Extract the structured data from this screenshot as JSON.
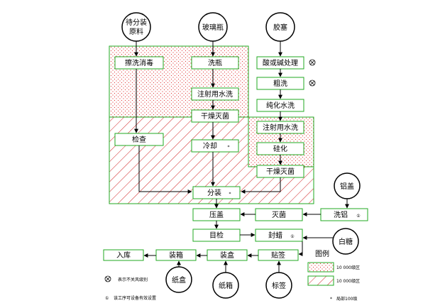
{
  "sources": {
    "raw_materials": [
      "待分装",
      "原料"
    ],
    "glass_bottles": "玻璃瓶",
    "caps": "胶塞",
    "aluminum_caps": "铝盖",
    "labels": "标签",
    "box": "纸箱",
    "carton": "纸盒",
    "bottle_stopper": "白糖"
  },
  "steps": {
    "wipe_disinfect": "擦洗消毒",
    "inspect": "检查",
    "bottle_wash": "洗瓶",
    "rinse_bottle": "注射用水洗",
    "dry_sterilize_1": "干燥灭菌",
    "cool": "冷却",
    "acid_base": "酸或碱处理",
    "coarse_wash": "粗洗",
    "fine_wash": "纯化水洗",
    "rinse_cap": "注射用水洗",
    "siliconize": "硅化",
    "dry_sterilize_2": "干燥灭菌",
    "dispense": "分装",
    "capping": "压盖",
    "sterilize_cap": "灭菌",
    "wash_cap": "洗铝",
    "visual_check": "目检",
    "seal": "封蜡",
    "labeling": "贴签",
    "boxing": "装盒",
    "packing": "装箱",
    "storage": "入库"
  },
  "marks": {
    "star": "*",
    "circle_one": "①"
  },
  "legend": {
    "title": "图例",
    "class_100000": "10 000级区",
    "class_10000": "10 000级区",
    "cross_note": "表示不关风级别",
    "circle_note": "该工序可设备有效设置",
    "star_note": "局部100级"
  },
  "colors": {
    "dots": "#e03030",
    "hatch": "#d02020",
    "border_green": "#22aa22",
    "line": "#000000"
  }
}
